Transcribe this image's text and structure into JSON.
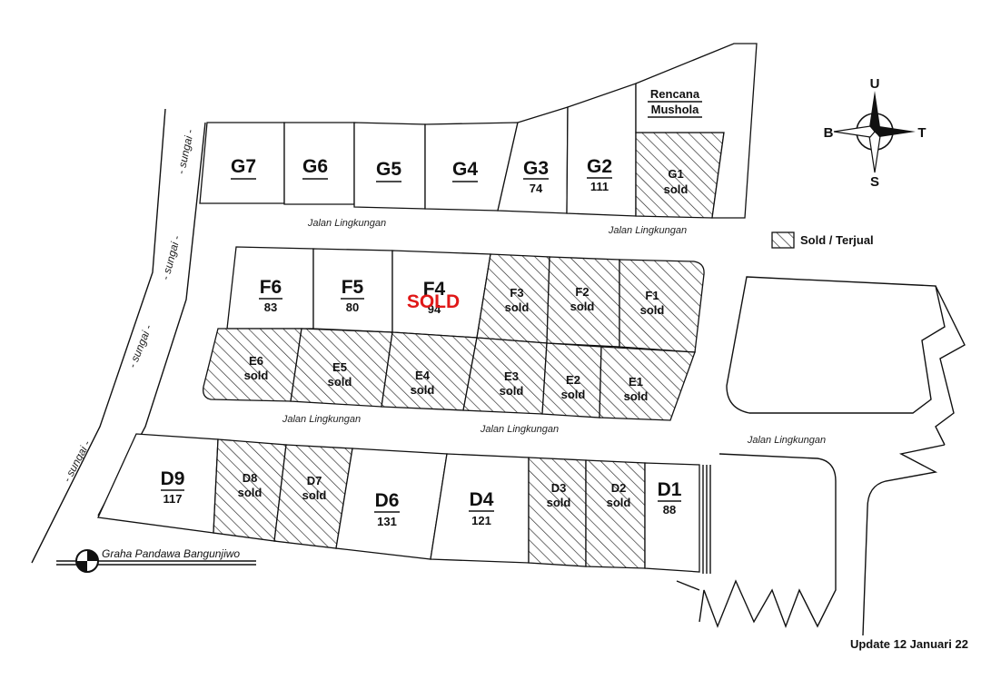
{
  "site_name": "Graha Pandawa Bangunjiwo",
  "update": "Update 12 Januari 22",
  "mosque_plan": [
    "Rencana",
    "Mushola"
  ],
  "legend": {
    "label": "Sold / Terjual"
  },
  "compass": {
    "n": "U",
    "s": "S",
    "w": "B",
    "e": "T"
  },
  "road_label": "Jalan Lingkungan",
  "river_label": "- sungai -",
  "stamp": "SOLD",
  "plots": {
    "G7": {
      "name": "G7",
      "size": "",
      "status": ""
    },
    "G6": {
      "name": "G6",
      "size": "",
      "status": ""
    },
    "G5": {
      "name": "G5",
      "size": "",
      "status": ""
    },
    "G4": {
      "name": "G4",
      "size": "",
      "status": ""
    },
    "G3": {
      "name": "G3",
      "size": "74",
      "status": ""
    },
    "G2": {
      "name": "G2",
      "size": "111",
      "status": ""
    },
    "G1": {
      "name": "G1",
      "size": "",
      "status": "sold"
    },
    "F6": {
      "name": "F6",
      "size": "83",
      "status": ""
    },
    "F5": {
      "name": "F5",
      "size": "80",
      "status": ""
    },
    "F4": {
      "name": "F4",
      "size": "94",
      "status": ""
    },
    "F3": {
      "name": "F3",
      "size": "",
      "status": "sold"
    },
    "F2": {
      "name": "F2",
      "size": "",
      "status": "sold"
    },
    "F1": {
      "name": "F1",
      "size": "",
      "status": "sold"
    },
    "E6": {
      "name": "E6",
      "size": "",
      "status": "sold"
    },
    "E5": {
      "name": "E5",
      "size": "",
      "status": "sold"
    },
    "E4": {
      "name": "E4",
      "size": "",
      "status": "sold"
    },
    "E3": {
      "name": "E3",
      "size": "",
      "status": "sold"
    },
    "E2": {
      "name": "E2",
      "size": "",
      "status": "sold"
    },
    "E1": {
      "name": "E1",
      "size": "",
      "status": "sold"
    },
    "D9": {
      "name": "D9",
      "size": "117",
      "status": ""
    },
    "D8": {
      "name": "D8",
      "size": "",
      "status": "sold"
    },
    "D7": {
      "name": "D7",
      "size": "",
      "status": "sold"
    },
    "D6": {
      "name": "D6",
      "size": "131",
      "status": ""
    },
    "D4": {
      "name": "D4",
      "size": "121",
      "status": ""
    },
    "D3": {
      "name": "D3",
      "size": "",
      "status": "sold"
    },
    "D2": {
      "name": "D2",
      "size": "",
      "status": "sold"
    },
    "D1": {
      "name": "D1",
      "size": "88",
      "status": ""
    }
  }
}
